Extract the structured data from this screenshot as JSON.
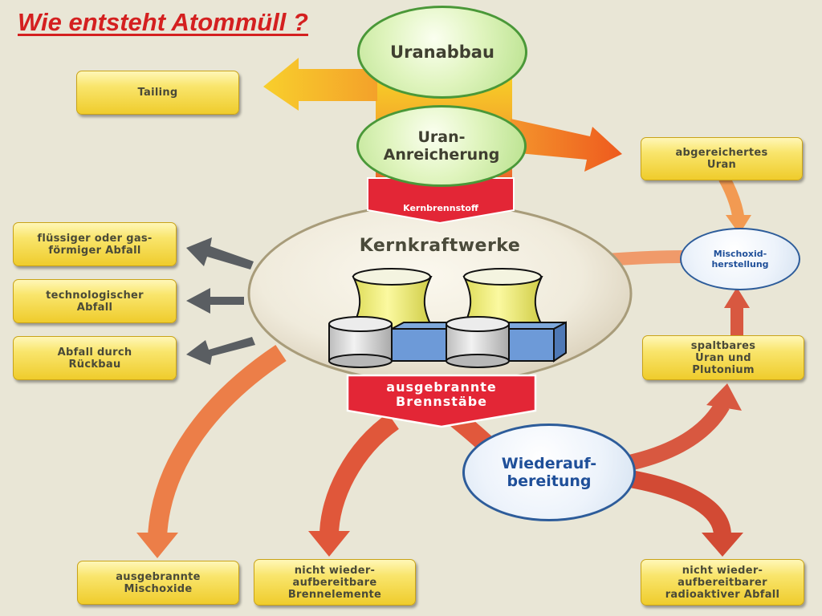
{
  "title": "Wie entsteht Atommüll ?",
  "nodes": {
    "uranabbau": "Uranabbau",
    "anreicherung": "Uran-\nAnreicherung",
    "kernbrennstoff": "Kernbrennstoff",
    "kernkraftwerke": "Kernkraftwerke",
    "ausgebrannte_brennstaebe": "ausgebrannte\nBrennstäbe",
    "wiederaufbereitung": "Wiederauf-\nbereitung",
    "mischoxid": "Mischoxid-\nherstellung"
  },
  "boxes": {
    "tailing": "Tailing",
    "abgereichertes_uran": "abgereichertes\nUran",
    "fluessiger_abfall": "flüssiger oder gas-\nförmiger Abfall",
    "technologischer_abfall": "technologischer\nAbfall",
    "rueckbau_abfall": "Abfall durch\nRückbau",
    "spaltbares_uran": "spaltbares\nUran und\nPlutonium",
    "ausgebrannte_mischoxide": "ausgebrannte\nMischoxide",
    "nicht_wiederaufbereitbare": "nicht wieder-\naufbereitbare\nBrennelemente",
    "radioaktiver_abfall": "nicht wieder-\naufbereitbarer\nradioaktiver Abfall"
  },
  "colors": {
    "title": "#d42020",
    "box_fill": "#f5dc55",
    "green_circle_border": "#4a9838",
    "blue_circle_border": "#2d5c9a",
    "red_banner": "#e32636",
    "arrow_orange": "#f07a2e",
    "arrow_red": "#d9503a"
  }
}
